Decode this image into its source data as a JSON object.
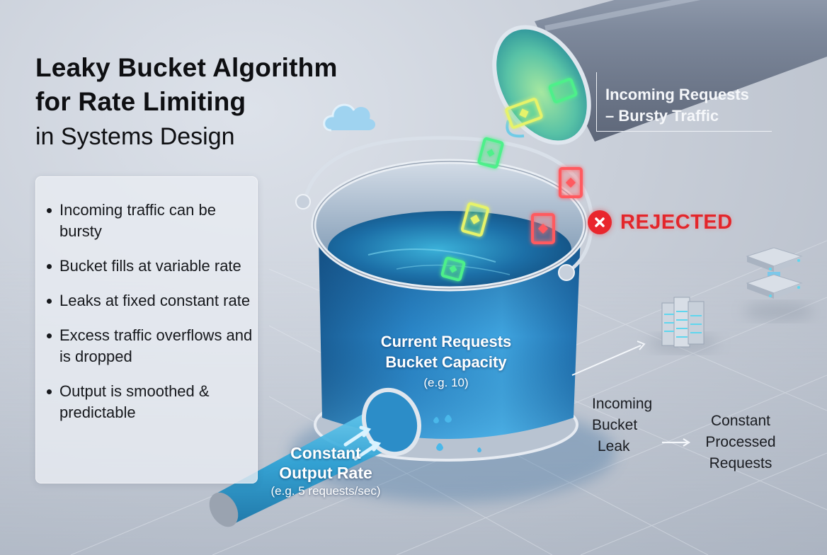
{
  "title": {
    "line1": "Leaky Bucket Algorithm",
    "line2": "for Rate Limiting",
    "line3": "in Systems Design"
  },
  "bullets": [
    "Incoming traffic can be bursty",
    "Bucket fills at variable rate",
    "Leaks at fixed constant rate",
    "Excess traffic overflows and is dropped",
    "Output is smoothed & predictable"
  ],
  "callouts": {
    "incoming": {
      "line1": "Incoming Requests",
      "line2": "– Bursty Traffic"
    },
    "rejected": {
      "label": "REJECTED",
      "icon": "x-circle-icon"
    },
    "capacity": {
      "line1": "Current Requests",
      "line2": "Bucket Capacity",
      "example": "(e.g. 10)"
    },
    "output_rate": {
      "line1": "Constant",
      "line2": "Output Rate",
      "example": "(e.g. 5 requests/sec)"
    },
    "leak_flow": {
      "source": [
        "Incoming",
        "Bucket",
        "Leak"
      ],
      "arrow": "→",
      "target": [
        "Constant",
        "Processed",
        "Requests"
      ]
    }
  },
  "colors": {
    "background": "#c9cfd9",
    "water": "#1f7fc4",
    "accepted_packet": "#4ef08a",
    "accepted_packet_alt": "#e6f36a",
    "rejected_packet": "#ff5a5f",
    "rejected_text": "#e3262b",
    "callout_text": "#f5f7fa"
  },
  "icons": {
    "cloud": "cloud-icon",
    "packet": "diamond-card-icon",
    "server_stack": "server-rack-icon",
    "database": "database-stack-icon"
  }
}
